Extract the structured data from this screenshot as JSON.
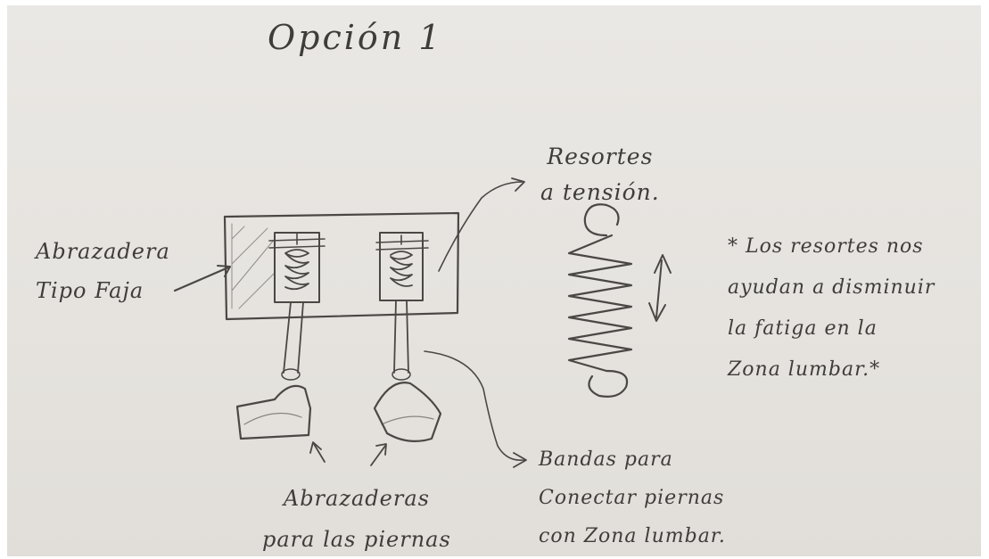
{
  "title": "Opción 1",
  "labels": {
    "belt_clamp": [
      "Abrazadera",
      "Tipo Faja"
    ],
    "springs": [
      "Resortes",
      "a tensión."
    ],
    "leg_clamps": [
      "Abrazaderas",
      "para las piernas"
    ],
    "bands": [
      "Bandas para",
      "Conectar piernas",
      "con Zona lumbar."
    ],
    "note": [
      "Los resortes nos",
      "ayudan a disminuir",
      "la fatiga en la",
      "Zona lumbar."
    ],
    "asterisk": "*"
  },
  "colors": {
    "paper": "#e6e3df",
    "pencil": "#4a4744"
  }
}
